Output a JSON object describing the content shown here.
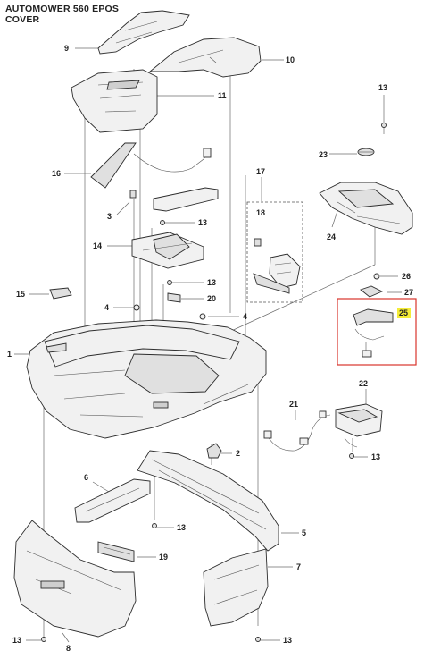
{
  "header": {
    "title": "AUTOMOWER 560 EPOS",
    "subtitle": "COVER"
  },
  "callouts": [
    {
      "id": "c9",
      "label": "9"
    },
    {
      "id": "c10",
      "label": "10"
    },
    {
      "id": "c11",
      "label": "11"
    },
    {
      "id": "c13a",
      "label": "13"
    },
    {
      "id": "c16",
      "label": "16"
    },
    {
      "id": "c3",
      "label": "3"
    },
    {
      "id": "c13b",
      "label": "13"
    },
    {
      "id": "c17",
      "label": "17"
    },
    {
      "id": "c18",
      "label": "18"
    },
    {
      "id": "c23",
      "label": "23"
    },
    {
      "id": "c24",
      "label": "24"
    },
    {
      "id": "c14",
      "label": "14"
    },
    {
      "id": "c13c",
      "label": "13"
    },
    {
      "id": "c20",
      "label": "20"
    },
    {
      "id": "c26",
      "label": "26"
    },
    {
      "id": "c27",
      "label": "27"
    },
    {
      "id": "c15",
      "label": "15"
    },
    {
      "id": "c4a",
      "label": "4"
    },
    {
      "id": "c4b",
      "label": "4"
    },
    {
      "id": "c25",
      "label": "25"
    },
    {
      "id": "c1",
      "label": "1"
    },
    {
      "id": "c22",
      "label": "22"
    },
    {
      "id": "c21",
      "label": "21"
    },
    {
      "id": "c13d",
      "label": "13"
    },
    {
      "id": "c2",
      "label": "2"
    },
    {
      "id": "c6",
      "label": "6"
    },
    {
      "id": "c13e",
      "label": "13"
    },
    {
      "id": "c5",
      "label": "5"
    },
    {
      "id": "c19",
      "label": "19"
    },
    {
      "id": "c7",
      "label": "7"
    },
    {
      "id": "c13f",
      "label": "13"
    },
    {
      "id": "c8",
      "label": "8"
    },
    {
      "id": "c13g",
      "label": "13"
    }
  ],
  "highlight": {
    "callout": "25",
    "box_color": "#d9342b",
    "marker_color": "#f4ec37"
  }
}
